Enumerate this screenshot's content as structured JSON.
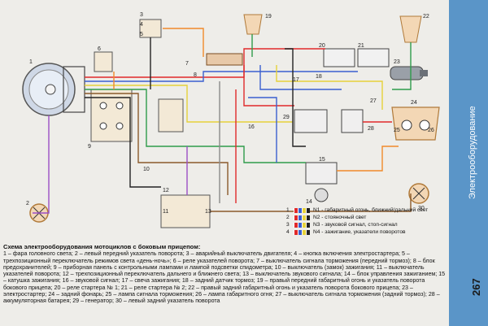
{
  "side": {
    "title": "Электрооборудование",
    "page_number": "267"
  },
  "caption": {
    "heading": "Схема электрооборудования мотоциклов с боковым прицепом:",
    "body": "1 – фара головного света; 2 – левый передний указатель поворота; 3 – аварийный выключатель двигателя; 4 – кнопка включения электростартера; 5 – трехпозиционный переключатель режимов света «день-ночь»; 6 – реле указателей поворота; 7 – выключатель сигнала торможения (передний тормоз); 8 – блок предохранителей; 9 – приборная панель с контрольными лампами и лампой подсветки спидометра; 10 – выключатель (замок) зажигания; 11 – выключатель указателей поворота; 12 – трехпозиционный переключатель дальнего и ближнего света; 13 – выключатель звукового сигнала; 14 – блок управления зажиганием; 15 – катушка зажигания; 16 – звуковой сигнал; 17 – свеча зажигания; 18 – задний датчик тормоз; 19 – правый передний габаритный огонь и указатель поворота бокового прицепа; 20 – реле стартера № 1; 21 – реле стартера № 2; 22 – правый задний габаритный огонь и указатель поворота бокового прицепа; 23 – электростартер; 24 – задний фонарь; 25 – лампа сигнала торможения; 26 – лампа габаритного огня; 27 – выключатель сигнала торможения (задний тормоз); 28 – аккумуляторная батарея; 29 – генератор; 30 – левый задний указатель поворота"
  },
  "legend": [
    {
      "num": "1",
      "text": "N1 - габаритный огонь, ближний/дальний свет",
      "colors": [
        "#e02a2a",
        "#3a5fcf",
        "#e6d23a",
        "#222222"
      ]
    },
    {
      "num": "2",
      "text": "N2 - стояночный свет",
      "colors": [
        "#e02a2a",
        "#3a5fcf",
        "#e6d23a",
        "#222222"
      ]
    },
    {
      "num": "3",
      "text": "N3 - звуковой сигнал, стоп-сигнал",
      "colors": [
        "#e02a2a",
        "#3a5fcf",
        "#e6d23a",
        "#222222"
      ]
    },
    {
      "num": "4",
      "text": "N4 - зажигание, указатели поворотов",
      "colors": [
        "#e02a2a",
        "#3a5fcf",
        "#e6d23a",
        "#222222"
      ]
    }
  ],
  "labels": {
    "n1": "1",
    "n2": "2",
    "n3": "3",
    "n4": "4",
    "n5": "5",
    "n6": "6",
    "n7": "7",
    "n8": "8",
    "n9": "9",
    "n10": "10",
    "n11": "11",
    "n12": "12",
    "n13": "13",
    "n14": "14",
    "n15": "15",
    "n16": "16",
    "n17": "17",
    "n18": "18",
    "n19": "19",
    "n20": "20",
    "n21": "21",
    "n22": "22",
    "n23": "23",
    "n24": "24",
    "n25": "25",
    "n26": "26",
    "n27": "27",
    "n28": "28",
    "n29": "29",
    "n30": "30"
  },
  "colors": {
    "side_panel": "#5a95c8",
    "red": "#e02a2a",
    "blue": "#3a5fcf",
    "yellow": "#e6d23a",
    "green": "#2e9b4a",
    "brown": "#8a5a2b",
    "black": "#222222",
    "violet": "#9b4fc6",
    "orange": "#f08a2a",
    "grey": "#8a8a8a"
  }
}
